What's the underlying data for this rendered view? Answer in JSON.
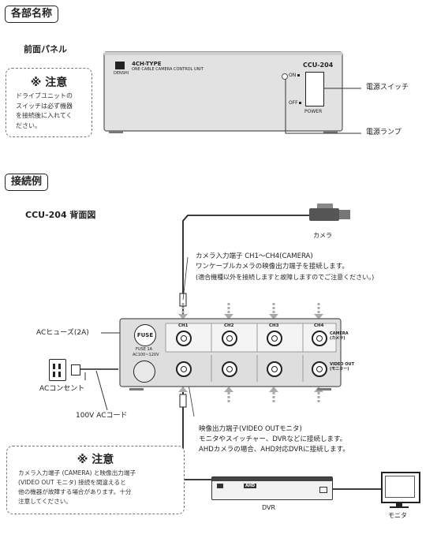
{
  "sections": {
    "parts": "各部名称",
    "example": "接続例"
  },
  "front": {
    "label": "前面パネル",
    "logo_text": "DENSHI",
    "type_line": "4CH-TYPE",
    "subtitle": "ONE CABLE CAMERA CONTROL UNIT",
    "model": "CCU-204",
    "on_label": "ON",
    "off_label": "OFF",
    "power_label": "POWER",
    "callout_switch": "電源スイッチ",
    "callout_lamp": "電源ランプ"
  },
  "note1": {
    "title": "※ 注意",
    "lines": [
      "ドライブユニットの",
      "スイッチは必ず機器",
      "を接続後に入れてく",
      "ださい。"
    ]
  },
  "rear": {
    "label": "CCU-204 背面図",
    "camera_label": "カメラ",
    "camera_desc": [
      "カメラ入力端子 CH1〜CH4(CAMERA)",
      "ワンケーブルカメラの映像出力端子を接続します。",
      "(適合機種以外を接続しますと故障しますのでご注意ください。)"
    ],
    "channels": [
      "CH1",
      "CH2",
      "CH3",
      "CH4"
    ],
    "camera_port_label": [
      "CAMERA",
      "(カメラ)"
    ],
    "video_port_label": [
      "VIDEO OUT",
      "(モニター)"
    ],
    "fuse_text": "FUSE",
    "fuse_rating": "FUSE 1A",
    "ac_rating": "AC100~120V",
    "ac_fuse_label": "ACヒューズ(2A)",
    "outlet_label": "ACコンセント",
    "cord_label": "100V ACコード",
    "video_desc": [
      "映像出力端子(VIDEO OUTモニタ)",
      "モニタやスイッチャー、DVRなどに接続します。",
      "AHDカメラの場合、AHD対応DVRに接続します。"
    ],
    "dvr_label": "DVR",
    "monitor_label": "モニタ",
    "dvr_badge": "AHD"
  },
  "note2": {
    "title": "※ 注意",
    "lines": [
      "カメラ入力端子 (CAMERA) と映像出力端子",
      "(VIDEO OUT モニタ) 接続を間違えると",
      "他の機器が故障する場合があります。十分",
      "注意してください。"
    ]
  }
}
